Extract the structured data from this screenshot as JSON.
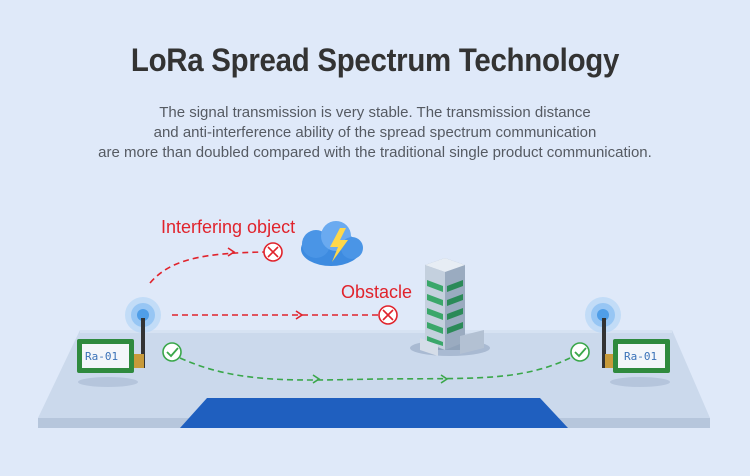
{
  "header": {
    "title": "LoRa Spread Spectrum Technology",
    "description": [
      "The signal transmission is very stable. The transmission distance",
      "and anti-interference ability of the spread spectrum communication",
      "are more than doubled compared with the traditional single product communication."
    ]
  },
  "labels": {
    "interfering": "Interfering object",
    "obstacle": "Obstacle"
  },
  "modules": {
    "left": "Ra-01",
    "right": "Ra-01"
  },
  "icons": {
    "blocked": "x-circle-icon",
    "success": "check-circle-icon",
    "interference": "lightning-cloud-icon",
    "obstacle": "building-icon"
  },
  "colors": {
    "background": "#dfe9f9",
    "platform_top": "#cbd9ec",
    "platform_side": "#b8c8de",
    "water": "#1f5fbf",
    "blocked_path": "#e0232c",
    "success_path": "#3aa74a",
    "module_green": "#2f8a3e"
  }
}
